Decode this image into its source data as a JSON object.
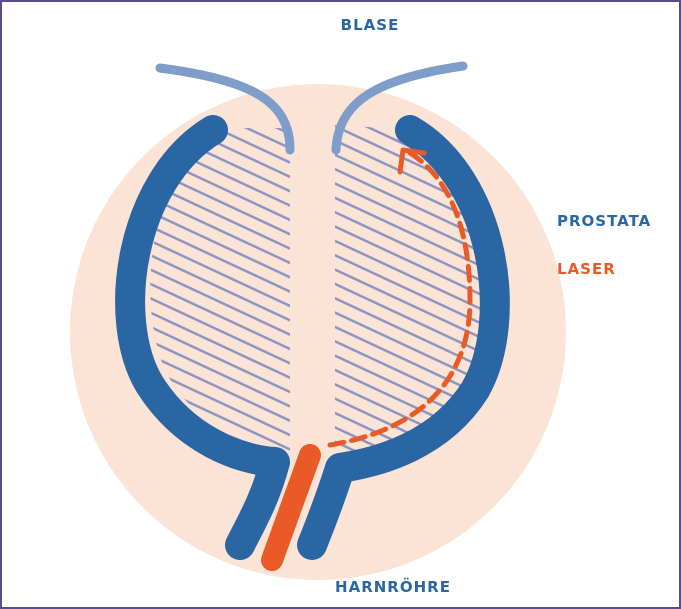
{
  "labels": {
    "blase": "BLASE",
    "prostata": "PROSTATA",
    "laser": "LASER",
    "harnroehre": "HARNRÖHRE"
  },
  "colors": {
    "frame": "#5b4a8f",
    "background_disc": "#fbe3d6",
    "prostate_wall": "#2966a3",
    "bladder_neck": "#7e9dc9",
    "hatch": "#8c96c0",
    "laser": "#ea5a28",
    "label_blue": "#2966a3",
    "label_orange": "#ea5a28"
  }
}
